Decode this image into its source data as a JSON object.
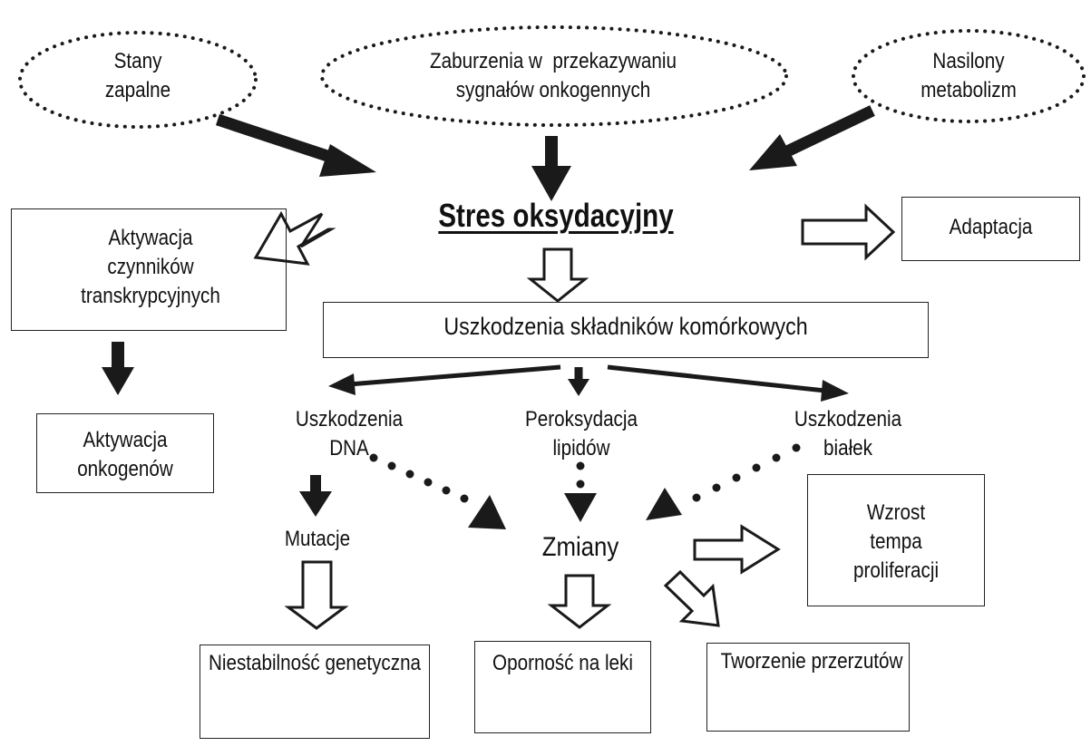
{
  "nodes": {
    "stany": "Stany\nzapalne",
    "zaburzenia": "Zaburzenia w  przekazywaniu\nsygnałów onkogennych",
    "nasilony": "Nasilony\nmetabolizm",
    "stres": "Stres oksydacyjny",
    "aktywacja_czynnikow": "Aktywacja\nczynników\ntranskrypcyjnych",
    "adaptacja": "Adaptacja",
    "uszkodzenia_skladnikow": "Uszkodzenia składników komórkowych",
    "aktywacja_onkogenow": "Aktywacja\nonkogenów",
    "uszkodzenia_dna": "Uszkodzenia\nDNA",
    "peroksydacja": "Peroksydacja\nlipidów",
    "uszkodzenia_bialek": "Uszkodzenia\nbiałek",
    "mutacje": "Mutacje",
    "zmiany": "Zmiany",
    "wzrost": "Wzrost\ntempa\nproliferacji",
    "niestabilnosc": "Niestabilność genetyczna",
    "opornosc": "Oporność na leki",
    "tworzenie": "Tworzenie przerzutów"
  },
  "colors": {
    "ink": "#1a1a1a",
    "background": "#ffffff"
  }
}
